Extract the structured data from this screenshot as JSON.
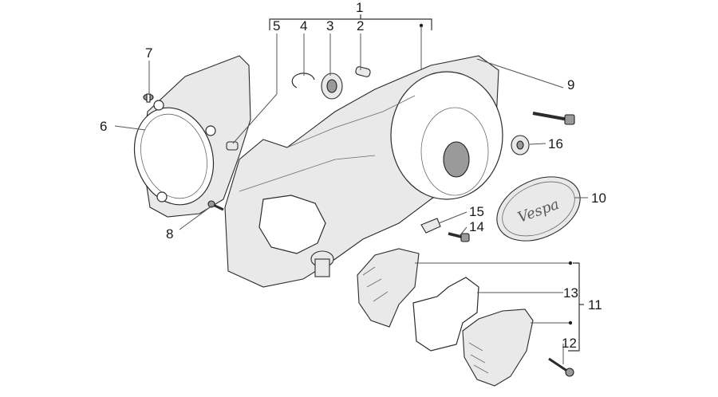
{
  "diagram": {
    "callouts": [
      "1",
      "2",
      "3",
      "4",
      "5",
      "6",
      "7",
      "8",
      "9",
      "10",
      "11",
      "12",
      "13",
      "14",
      "15",
      "16"
    ],
    "logo_text": "Vespa"
  }
}
